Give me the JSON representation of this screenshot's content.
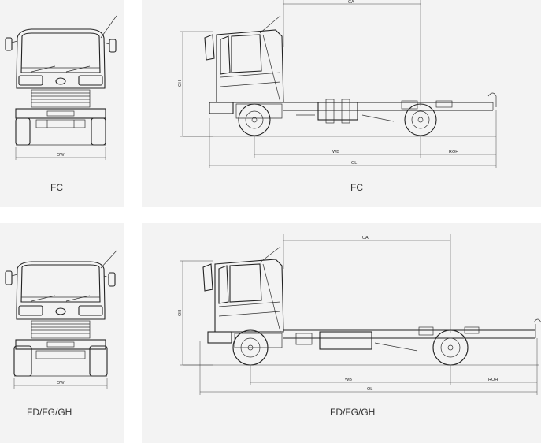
{
  "captions": {
    "front_top": "FC",
    "side_top": "FC",
    "front_bottom": "FD/FG/GH",
    "side_bottom": "FD/FG/GH"
  },
  "dimensions": {
    "ow": "OW",
    "oh": "OH",
    "ca": "CA",
    "wb": "WB",
    "ol": "OL",
    "roh": "ROH"
  }
}
